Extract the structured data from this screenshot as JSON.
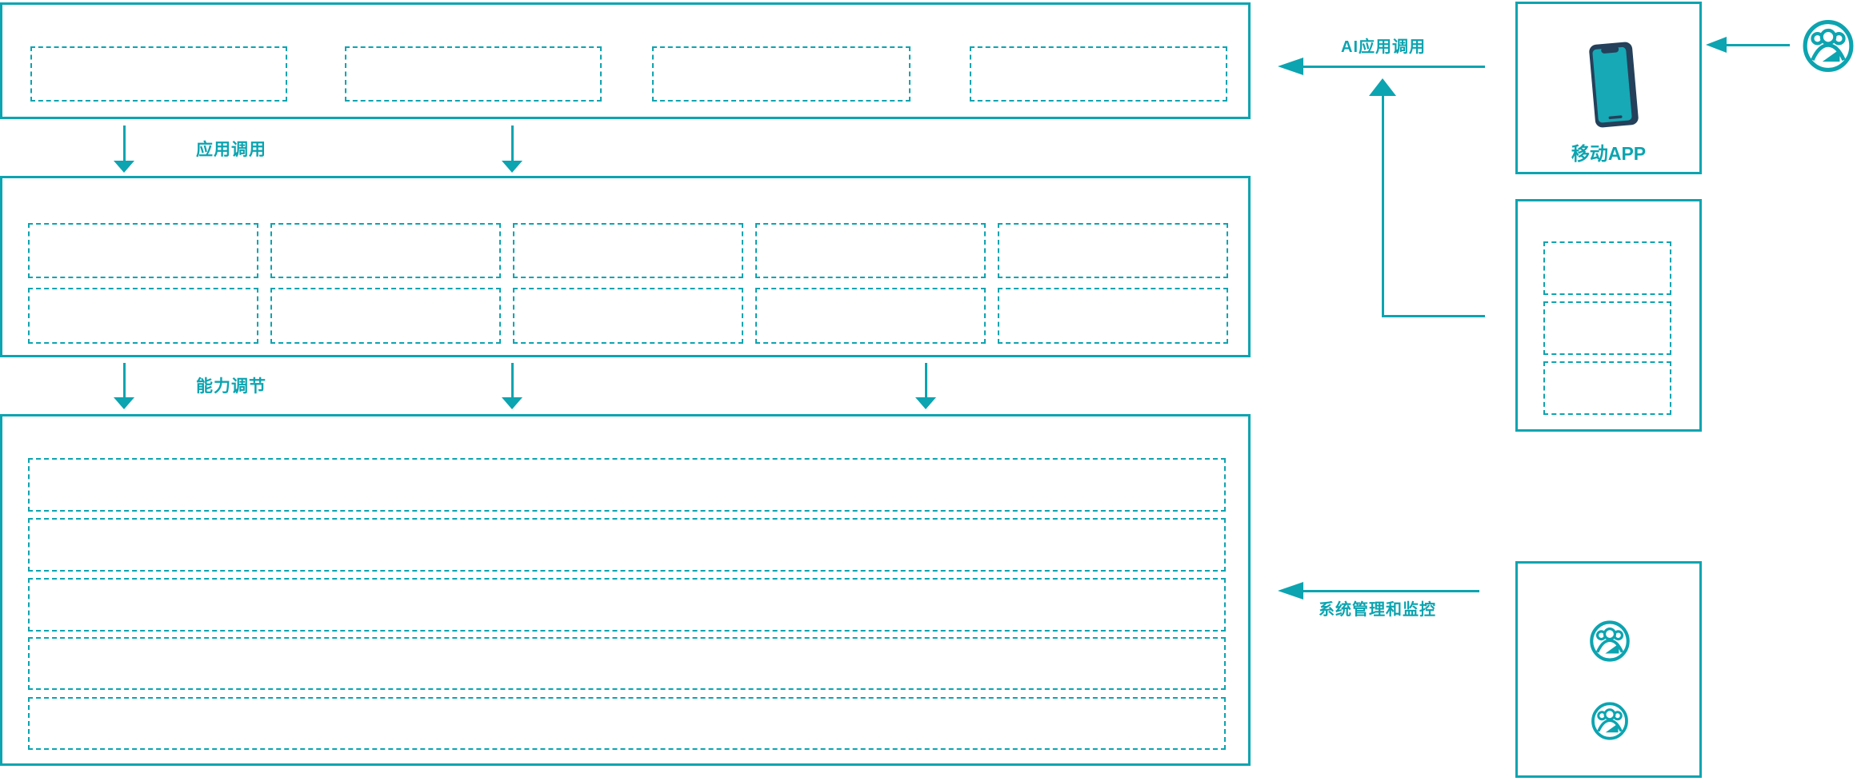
{
  "diagram": {
    "labels": {
      "app_call": "应用调用",
      "capability_adjust": "能力调节",
      "ai_app_call": "AI应用调用",
      "system_management": "系统管理和监控",
      "mobile_app": "移动APP"
    },
    "colors": {
      "accent_teal": "#0ca4b0",
      "phone_body": "#24405a",
      "phone_screen": "#17a9b5"
    },
    "structure": {
      "top_band_placeholder_count": 4,
      "middle_band_rows": 2,
      "middle_band_cols": 5,
      "bottom_band_row_count": 5,
      "right_channel_placeholder_count": 3,
      "admin_user_icon_count": 2
    }
  }
}
